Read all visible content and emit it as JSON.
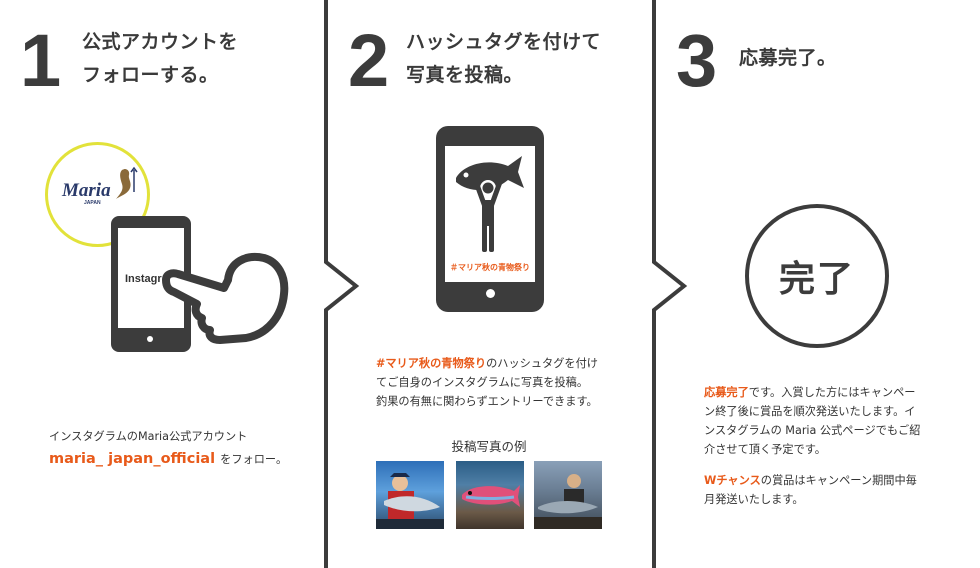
{
  "colors": {
    "accent": "#e85a1a",
    "dark": "#3c3c3c",
    "circle_yellow": "#e2e23a",
    "divider": "#3c3c3c"
  },
  "step1": {
    "number": "1",
    "title_line1": "公式アカウントを",
    "title_line2": "フォローする。",
    "logo_text": "Maria",
    "logo_sub": "JAPAN",
    "screen_text": "Instagr",
    "desc_line1": "インスタグラムのMaria公式アカウント",
    "handle": "maria_ japan_official",
    "desc_line2_suffix": "をフォロー。"
  },
  "step2": {
    "number": "2",
    "title_line1": "ハッシュタグを付けて",
    "title_line2": "写真を投稿。",
    "phone_hashtag": "＃マリア秋の青物祭り",
    "desc_hashtag": "#マリア秋の青物祭り",
    "desc_line1_suffix": "のハッシュタグを付け",
    "desc_line2": "てご自身のインスタグラムに写真を投稿。",
    "desc_line3": "釣果の有無に関わらずエントリーできます。",
    "examples_title": "投稿写真の例"
  },
  "step3": {
    "number": "3",
    "title": "応募完了。",
    "circle_text": "完了",
    "desc_hl": "応募完了",
    "desc_line1_suffix": "です。入賞した方にはキャンペー",
    "desc_line2": "ン終了後に賞品を順次発送いたします。イ",
    "desc_line3": "ンスタグラムの Maria 公式ページでもご紹",
    "desc_line4": "介させて頂く予定です。",
    "chance_hl": "Wチャンス",
    "chance_line1_suffix": "の賞品はキャンペーン期間中毎",
    "chance_line2": "月発送いたします。"
  }
}
